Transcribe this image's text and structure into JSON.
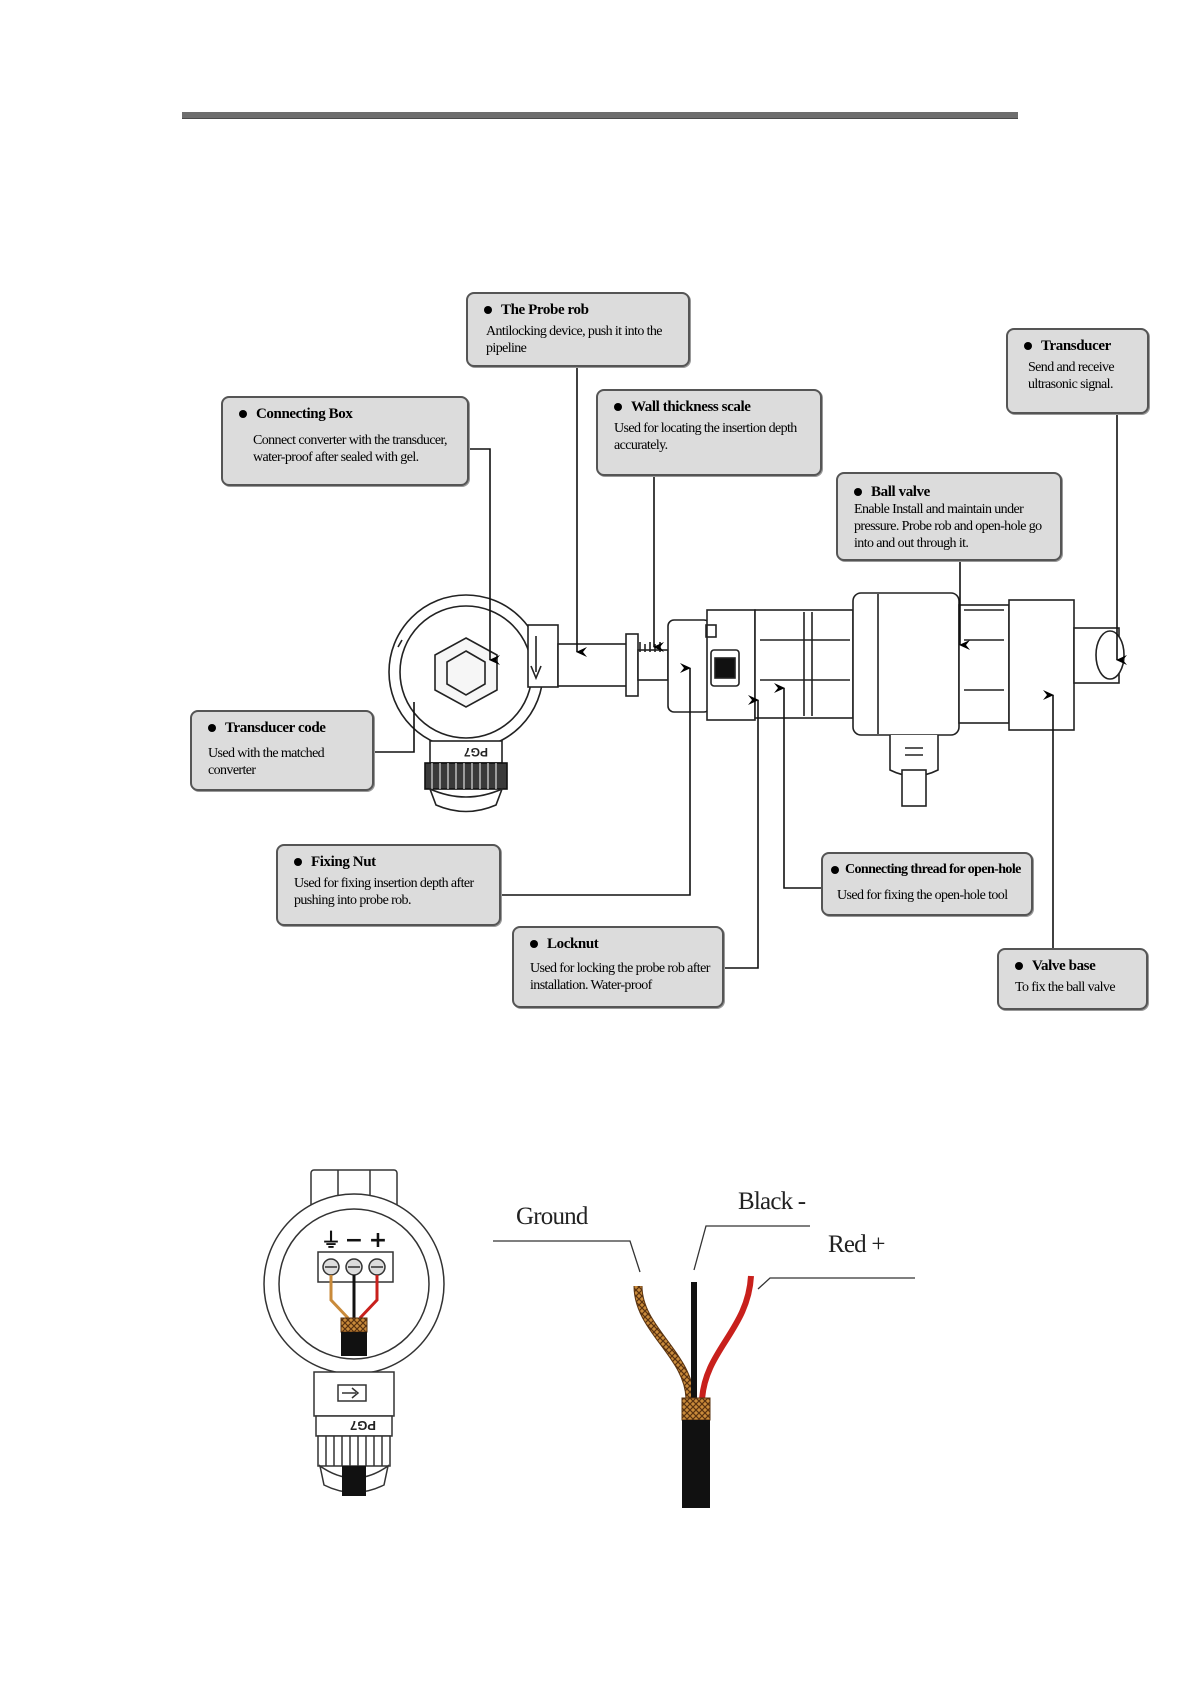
{
  "callouts": {
    "probe_rob": {
      "title": "The Probe rob",
      "desc": "Antilocking device, push it into the pipeline"
    },
    "transducer": {
      "title": "Transducer",
      "desc": "Send and receive ultrasonic signal."
    },
    "connecting_box": {
      "title": "Connecting Box",
      "desc": "Connect converter with the transducer, water-proof after sealed with gel."
    },
    "wall_thickness": {
      "title": "Wall thickness scale",
      "desc": "Used for locating the insertion depth accurately."
    },
    "ball_valve": {
      "title": "Ball valve",
      "desc": "Enable Install and maintain under pressure. Probe rob and open-hole go into and out through it."
    },
    "transducer_code": {
      "title": "Transducer code",
      "desc": "Used with the matched converter"
    },
    "fixing_nut": {
      "title": "Fixing Nut",
      "desc": "Used for fixing insertion depth after pushing into probe rob."
    },
    "connecting_thread": {
      "title": "Connecting thread for open-hole",
      "desc": "Used for fixing the open-hole tool"
    },
    "locknut": {
      "title": "Locknut",
      "desc": "Used for locking the probe rob after installation. Water-proof"
    },
    "valve_base": {
      "title": "Valve base",
      "desc": "To fix the ball valve"
    }
  },
  "device_marks": {
    "gland_label": "PG7",
    "terminal_symbols": [
      "⏚",
      "−",
      "+"
    ]
  },
  "wiring": {
    "ground_label": "Ground",
    "black_label": "Black -",
    "red_label": "Red +"
  },
  "colors": {
    "callout_fill": "#dcdcdc",
    "callout_border": "#555555",
    "wire_red": "#c8201c",
    "wire_black": "#111111",
    "wire_ground": "#c98a3a"
  }
}
